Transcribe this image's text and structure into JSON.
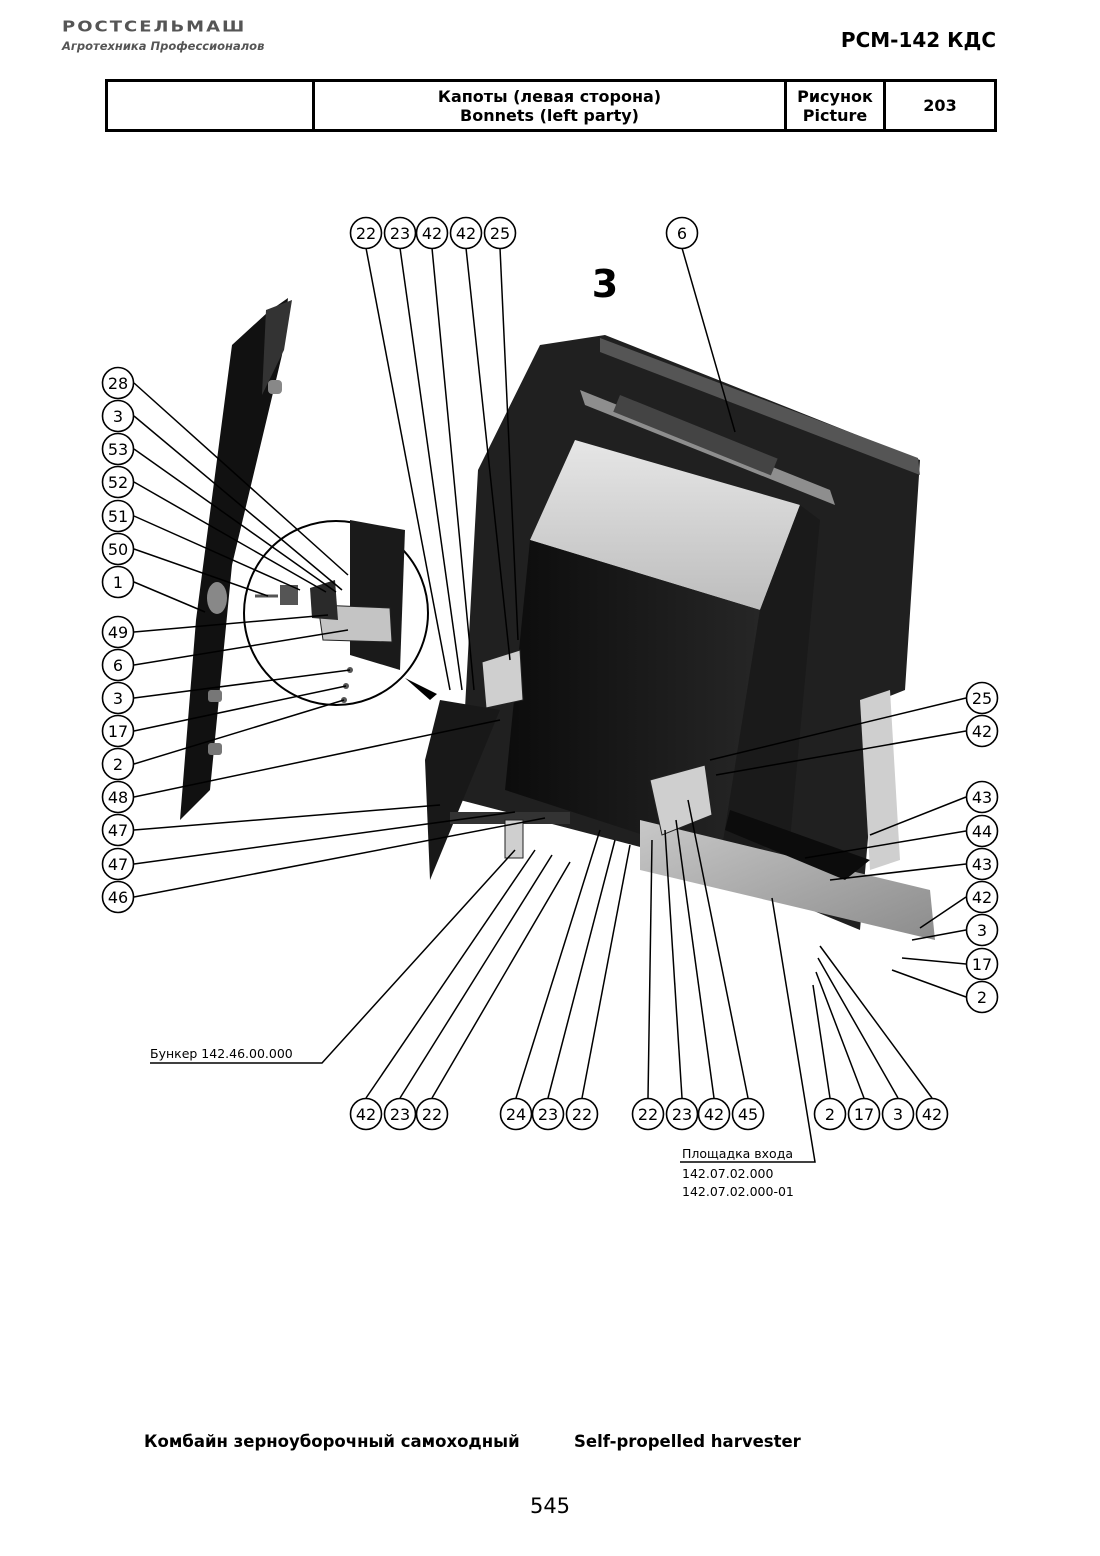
{
  "header": {
    "logo_text": "РОСТСЕЛЬМАШ",
    "logo_tagline": "Агротехника Профессионалов",
    "model": "РСМ-142 КДС"
  },
  "title_block": {
    "title_ru": "Капоты (левая сторона)",
    "title_en": "Bonnets (left party)",
    "figure_label_ru": "Рисунок",
    "figure_label_en": "Picture",
    "figure_number": "203"
  },
  "diagram": {
    "view_label": "3",
    "callouts": [
      "22",
      "23",
      "42",
      "42",
      "25",
      "6",
      "28",
      "3",
      "53",
      "52",
      "51",
      "50",
      "1",
      "49",
      "6",
      "3",
      "17",
      "2",
      "48",
      "47",
      "47",
      "46",
      "25",
      "42",
      "43",
      "44",
      "43",
      "42",
      "3",
      "17",
      "2",
      "42",
      "23",
      "22",
      "24",
      "23",
      "22",
      "22",
      "23",
      "42",
      "45",
      "2",
      "17",
      "3",
      "42"
    ],
    "notes": {
      "bunker_label": "Бункер 142.46.00.000",
      "platform_label": "Площадка входа",
      "platform_code_1": "142.07.02.000",
      "platform_code_2": "142.07.02.000-01"
    }
  },
  "footer": {
    "description_ru": "Комбайн зерноуборочный самоходный",
    "description_en": "Self-propelled harvester",
    "page_number": "545"
  }
}
